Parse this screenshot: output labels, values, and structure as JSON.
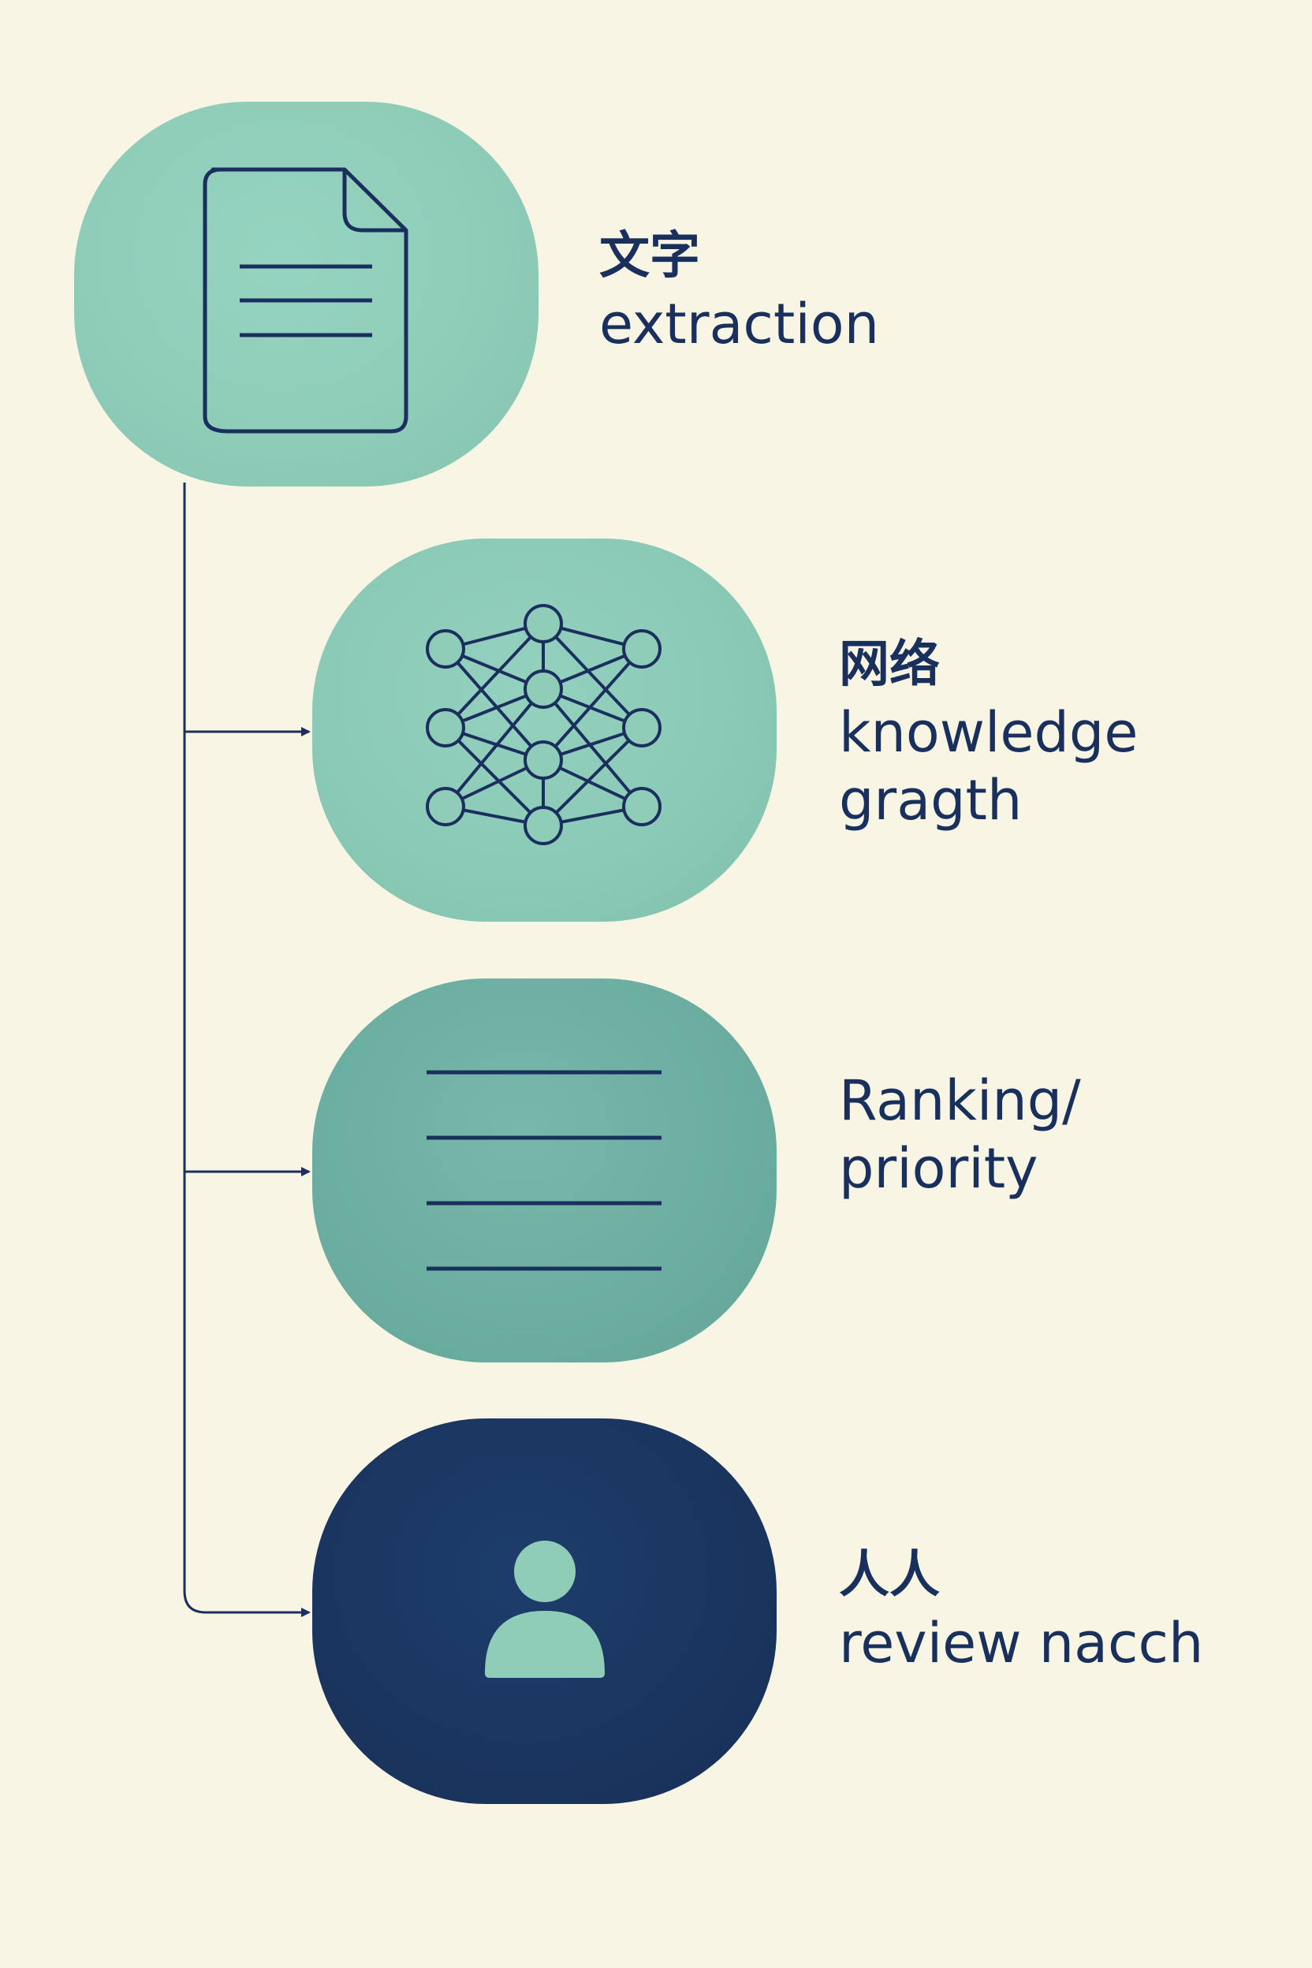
{
  "colors": {
    "background": "#f8f5e4",
    "stroke": "#1b2f5e",
    "node_light": "#8fcdb9",
    "node_mid": "#6cafa2",
    "node_dark": "#1a355f",
    "person_icon": "#8fcdb9"
  },
  "steps": [
    {
      "icon": "document-icon",
      "label_cjk": "文字",
      "label_lines": [
        "extraction"
      ]
    },
    {
      "icon": "network-graph-icon",
      "label_cjk": "网络",
      "label_lines": [
        "knowledge",
        "gragth"
      ]
    },
    {
      "icon": "ranked-list-icon",
      "label_cjk": "",
      "label_lines": [
        "Ranking/",
        "priority"
      ]
    },
    {
      "icon": "person-icon",
      "label_cjk": "人人",
      "label_lines": [
        "review nacch"
      ]
    }
  ]
}
